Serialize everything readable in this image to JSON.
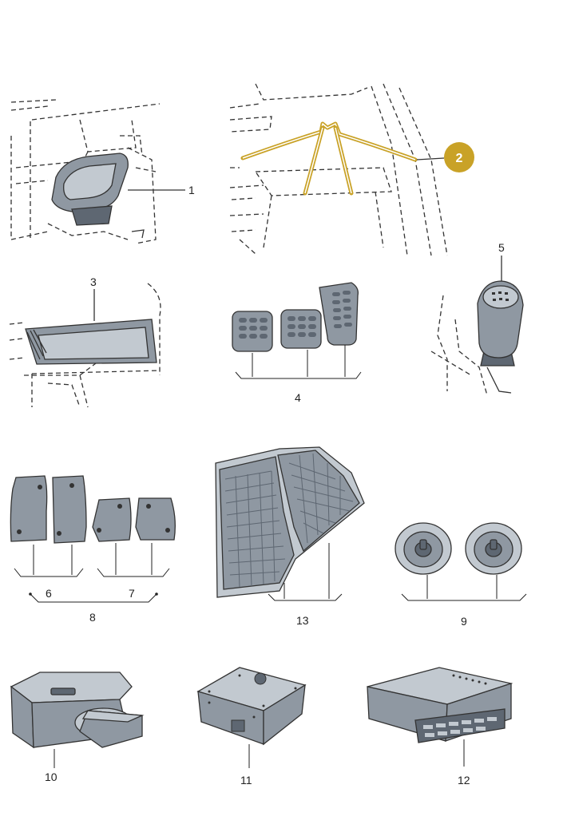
{
  "callouts": {
    "c1": "1",
    "c2": "2",
    "c3": "3",
    "c4": "4",
    "c5": "5",
    "c6": "6",
    "c7": "7",
    "c8": "8",
    "c9": "9",
    "c10": "10",
    "c11": "11",
    "c12": "12",
    "c13": "13"
  },
  "colors": {
    "highlight": "#c9a227",
    "part_fill": "#8f98a2",
    "outline": "#333333"
  },
  "icons": {
    "child_seat": "child-seat-icon",
    "coat_hanger": "coat-hanger-icon",
    "sun_shade": "sun-shade-icon",
    "pedal_caps": "pedal-caps-icon",
    "gear_knob": "gear-knob-icon",
    "floor_mats_front": "floor-mat-front-icon",
    "floor_mats_rear": "floor-mat-rear-icon",
    "rubber_mat": "rubber-mat-icon",
    "speakers": "speaker-icon",
    "cd_changer": "cd-changer-icon",
    "control_unit": "control-unit-icon",
    "radio_unit": "radio-unit-icon"
  }
}
